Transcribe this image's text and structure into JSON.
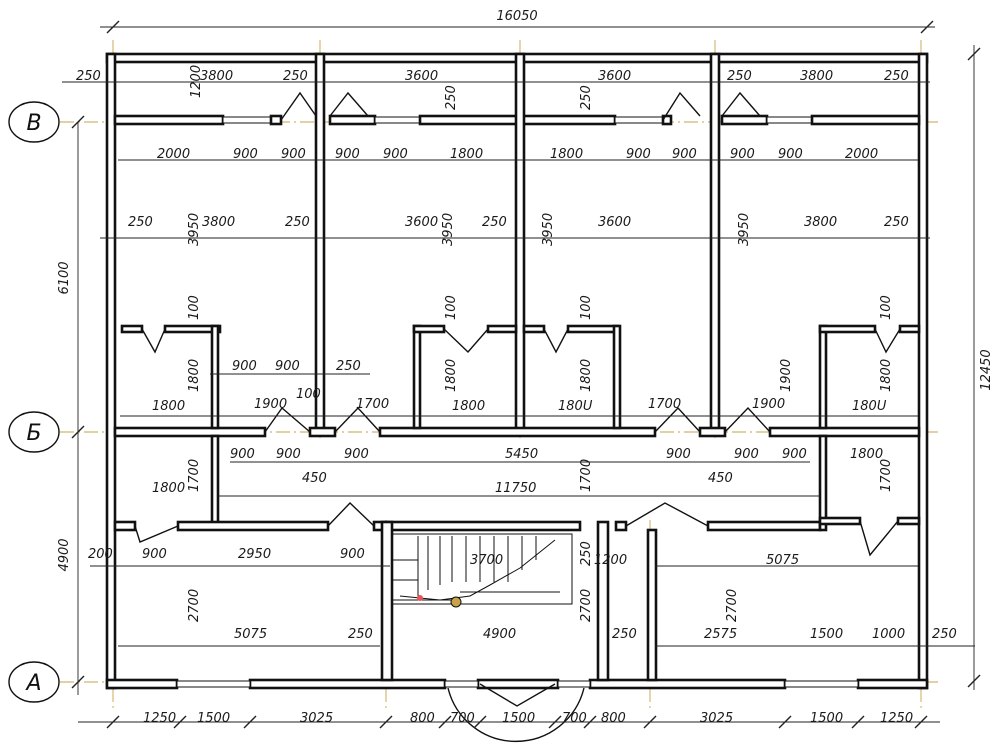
{
  "axes": {
    "A": "А",
    "B": "Б",
    "V": "В"
  },
  "dims": {
    "total_width": "16050",
    "total_height": "12450",
    "left_upper": "6100",
    "left_lower": "4900",
    "bottom": [
      "1250",
      "1500",
      "3025",
      "800",
      "700",
      "1500",
      "700",
      "800",
      "3025",
      "1500",
      "1250"
    ],
    "top_row": [
      "250",
      "1200",
      "3800",
      "250",
      "3600",
      "250",
      "3600",
      "250",
      "250",
      "3800",
      "250"
    ],
    "row2": [
      "2000",
      "900",
      "900",
      "900",
      "900",
      "1800",
      "1800",
      "900",
      "900",
      "900",
      "900",
      "2000"
    ],
    "row3": [
      "250",
      "3950",
      "3800",
      "250",
      "3600",
      "3950",
      "250",
      "3950",
      "3600",
      "3950",
      "3800",
      "250"
    ],
    "closets_100": [
      "100",
      "100",
      "100",
      "100"
    ],
    "closets_1800v": [
      "1800",
      "1800",
      "1800",
      "1800"
    ],
    "closets_1800h": [
      "1800",
      "1800",
      "180U",
      "180U"
    ],
    "mid_upper": [
      "900",
      "900",
      "250",
      "100",
      "1900",
      "1700",
      "1700",
      "1900",
      "1900"
    ],
    "corridor_row1": [
      "900",
      "900",
      "450",
      "900",
      "5450",
      "900",
      "450",
      "900",
      "900",
      "1800"
    ],
    "corridor_row2": [
      "1800",
      "1700",
      "11750",
      "1700",
      "1700"
    ],
    "lower_row1": [
      "200",
      "900",
      "2950",
      "900",
      "3700",
      "250",
      "1200",
      "5075"
    ],
    "lower_row2": [
      "2700",
      "5075",
      "250",
      "4900",
      "2700",
      "250",
      "2700",
      "2575",
      "1500",
      "1000",
      "250"
    ]
  }
}
